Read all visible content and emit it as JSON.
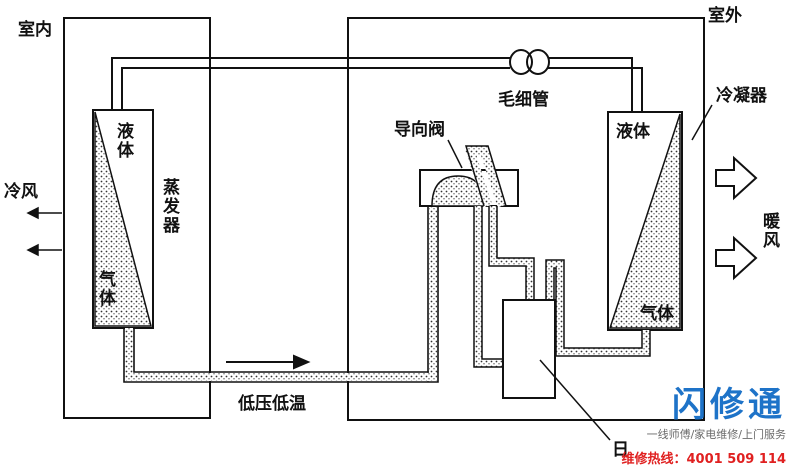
{
  "diagram": {
    "indoor_label": "室内",
    "outdoor_label": "室外",
    "capillary_label": "毛细管",
    "condenser_label": "冷凝器",
    "valve_label": "导向阀",
    "evaporator_label": "蒸发器",
    "evap_liquid": "液体",
    "evap_gas": "气体",
    "cond_liquid": "液体",
    "cond_gas": "气体",
    "cold_wind": "冷风",
    "warm_wind": "暖风",
    "low_pressure": "低压低温",
    "compressor_mark": "日"
  },
  "watermark": {
    "brand": "闪修通",
    "tagline": "一线师傅/家电维修/上门服务",
    "hotline": "维修热线：4001 509 114",
    "brand_color": "#1e73c8",
    "hotline_color": "#e02020"
  }
}
